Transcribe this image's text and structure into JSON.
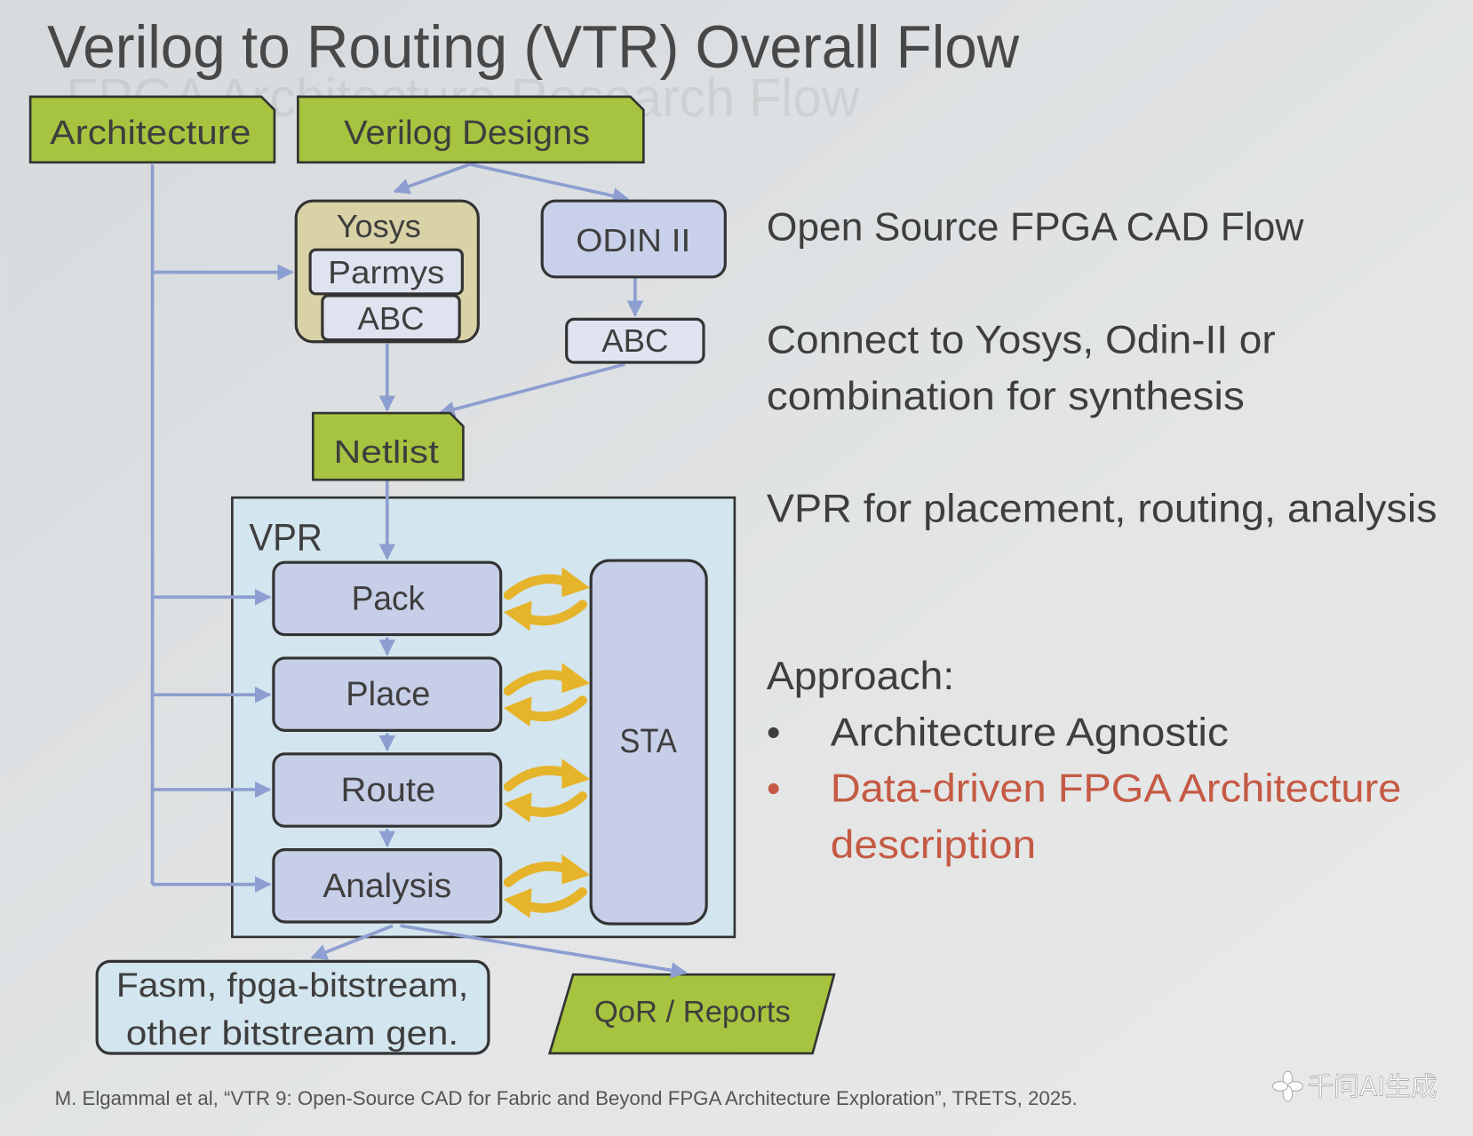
{
  "slide": {
    "title": "Verilog to Routing (VTR) Overall Flow",
    "ghost_title": "FPGA Architecture Research Flow"
  },
  "diagram": {
    "inputs": {
      "architecture": "Architecture",
      "verilog_designs": "Verilog Designs"
    },
    "yosys": {
      "label": "Yosys",
      "parmys": "Parmys",
      "abc": "ABC"
    },
    "odin": {
      "label": "ODIN II",
      "abc": "ABC"
    },
    "netlist": "Netlist",
    "vpr": {
      "label": "VPR",
      "stages": [
        "Pack",
        "Place",
        "Route",
        "Analysis"
      ],
      "sta": "STA"
    },
    "outputs": {
      "bitstream": [
        "Fasm, fpga-bitstream,",
        "other bitstream gen."
      ],
      "reports": "QoR / Reports"
    }
  },
  "notes": {
    "cad_flow": "Open Source FPGA CAD Flow",
    "synthesis": [
      "Connect to Yosys, Odin-II or",
      "combination for synthesis"
    ],
    "vpr": "VPR for placement, routing, analysis",
    "approach": {
      "heading": "Approach:",
      "bullets": [
        {
          "marker": "•",
          "lines": [
            "Architecture Agnostic"
          ],
          "highlight": false
        },
        {
          "marker": "•",
          "lines": [
            "Data-driven FPGA Architecture",
            "description"
          ],
          "highlight": true
        }
      ]
    }
  },
  "footer": {
    "citation": "M. Elgammal et al, “VTR 9: Open-Source CAD for Fabric and Beyond FPGA Architecture Exploration”, TRETS, 2025."
  },
  "watermark": {
    "text": "千问AI生成",
    "icon": "flower-logo-icon"
  },
  "colors": {
    "accent_green": "#a6c43f",
    "highlight_red": "#c55a44",
    "flow_arrow_blue": "#8d9fd0",
    "feedback_gold": "#e6b42a",
    "text": "#3e3e3e"
  }
}
